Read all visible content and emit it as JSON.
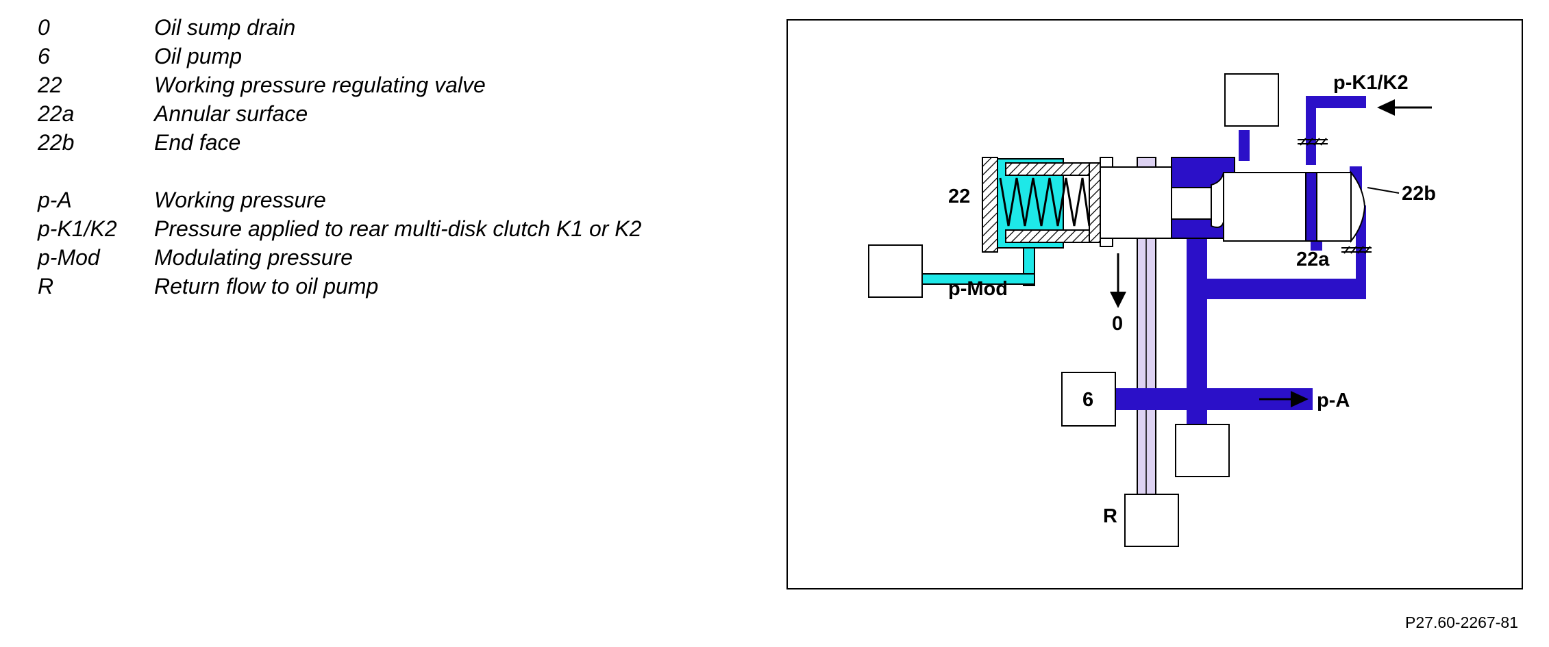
{
  "legend": [
    {
      "key": "0",
      "desc": "Oil sump drain"
    },
    {
      "key": "6",
      "desc": "Oil pump"
    },
    {
      "key": "22",
      "desc": "Working pressure regulating valve"
    },
    {
      "key": "22a",
      "desc": "Annular surface"
    },
    {
      "key": "22b",
      "desc": "End face"
    },
    {
      "key": "p-A",
      "desc": "Working pressure"
    },
    {
      "key": "p-K1/K2",
      "desc": "Pressure applied to rear multi-disk clutch K1 or K2"
    },
    {
      "key": "p-Mod",
      "desc": "Modulating pressure"
    },
    {
      "key": "R",
      "desc": "Return flow to oil pump"
    }
  ],
  "diagram": {
    "labels": {
      "valve": "22",
      "end_face": "22b",
      "annular_surface": "22a",
      "clutch_pressure": "p-K1/K2",
      "modulating_pressure": "p-Mod",
      "sump_drain": "0",
      "oil_pump": "6",
      "working_pressure": "p-A",
      "return_flow": "R"
    },
    "colors": {
      "working_pressure": "#2b10c8",
      "modulating_pressure": "#1ee8e8",
      "return_flow": "#ddd2f2",
      "outline": "#000000"
    }
  },
  "figure_code": "P27.60-2267-81"
}
